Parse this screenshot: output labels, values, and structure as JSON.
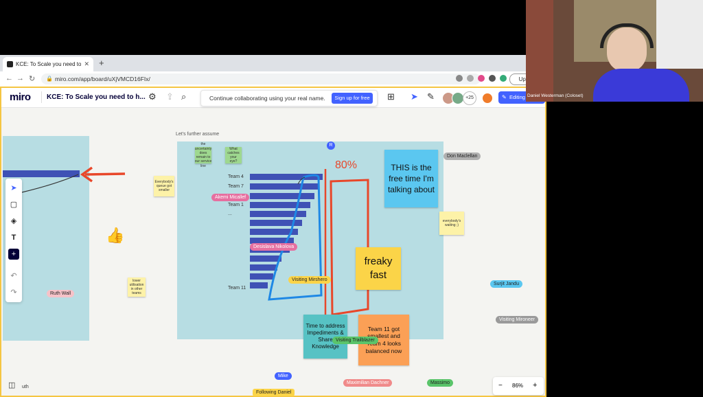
{
  "browser": {
    "tab_title": "KCE: To Scale you need to hav",
    "url": "miro.com/app/board/uXjVMCD16FIx/",
    "update_label": "Upd"
  },
  "miro": {
    "logo": "miro",
    "board_title": "KCE: To Scale you need to h...",
    "collab_message": "Continue collaborating using your real name.",
    "signup_label": "Sign up for free",
    "collaborator_count": "+25",
    "editing_label": "Editing",
    "zoom_level": "86%",
    "zoom_minus": "−",
    "zoom_plus": "+"
  },
  "board": {
    "frame_title": "Let's further assume",
    "teams": [
      "Team 4",
      "Team 7",
      "Team 1",
      "...",
      "Team 11"
    ],
    "percent_label": "80%",
    "stickies": {
      "this_free_time": "THIS is the free time I'm talking about",
      "freaky_fast": "freaky fast",
      "time_to_address": "Time to address Impediments & Share Knowledge",
      "team11_smallest": "Team 11 got smallest and Team 4 looks balanced now",
      "everybody_waiting": "everybody's waiting ;)",
      "queue_smaller": "Everybody's queue got smaller",
      "lower_utilisation": "lower utilisation in other teams",
      "green_left": "the uncertainty does remain to our service line",
      "green_right": "What catches your eye?"
    },
    "cursors": {
      "akemi": "Akemi Micallef",
      "desislava": "Desislava Nikolova",
      "visiting_mirshero": "Visiting Mirshero",
      "visiting_trailblazer": "Visiting Trailblazer",
      "don": "Don Maclellan",
      "surjit": "Surjit Jandu",
      "visiting_mironeer": "Visiting Mironeer",
      "ruth": "Ruth Wall",
      "mike": "Mike",
      "maximilian": "Maximilian Dachner",
      "massimo": "Massimo",
      "following": "Following Daniel",
      "r_marker": "R"
    },
    "bottom_left_text": "uth"
  },
  "video": {
    "speaker_name": "Daniel Westerman (Coloset)"
  },
  "colors": {
    "miro_blue": "#4262ff",
    "frame_border": "#f5c542",
    "bar_blue": "#3f51b5",
    "frame_bg": "#b7dde3",
    "red_line": "#e8472a",
    "blue_outline": "#1e88e5"
  }
}
